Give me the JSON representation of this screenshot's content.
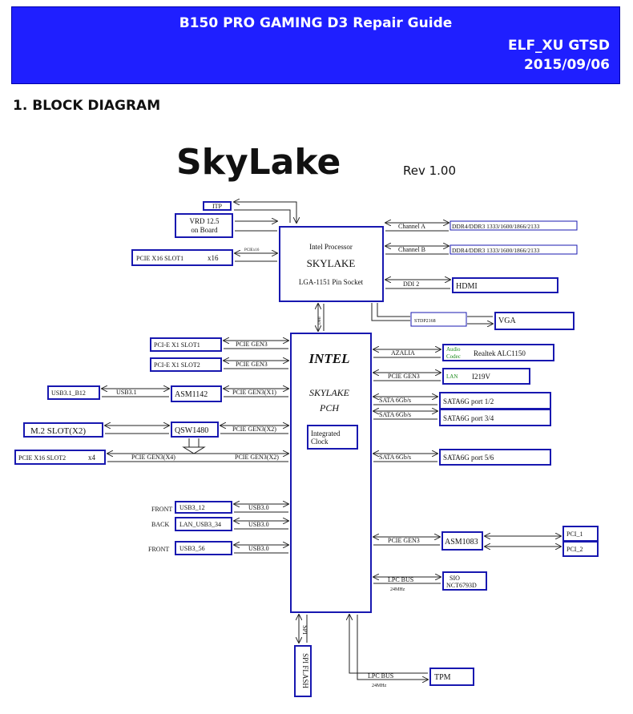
{
  "header": {
    "title": "B150 PRO GAMING D3 Repair Guide",
    "author": "ELF_XU GTSD",
    "date": "2015/09/06"
  },
  "section_title": "1.  BLOCK DIAGRAM",
  "diagram": {
    "platform": "SkyLake",
    "revision": "Rev 1.00",
    "cpu": {
      "line1": "Intel Processor",
      "line2": "SKYLAKE",
      "line3": "LGA-1151 Pin Socket"
    },
    "pch": {
      "line1": "INTEL",
      "line2": "SKYLAKE",
      "line3": "PCH",
      "clock1": "Integrated",
      "clock2": "Clock"
    },
    "itp": "ITP",
    "vrd1": "VRD 12.5",
    "vrd2": "on Board",
    "pcie_x16_slot1": "PCIE X16 SLOT1",
    "x16": "x16",
    "pciex16_label": "PCIEx16",
    "dmi_label": "DMI",
    "channel_a": "Channel A",
    "channel_b": "Channel B",
    "ddr_a": "DDR4/DDR3 1333/1600/1866/2133",
    "ddr_b": "DDR4/DDR3 1333/1600/1866/2133",
    "ddi2": "DDI 2",
    "hdmi": "HDMI",
    "stdp": "STDP2168",
    "vga": "VGA",
    "pcie_x1_slot1": "PCI-E X1 SLOT1",
    "pcie_x1_slot2": "PCI-E X1 SLOT2",
    "pcie_gen3": "PCIE GEN3",
    "pcie_gen3_x1": "PCIE GEN3(X1)",
    "pcie_gen3_x2": "PCIE GEN3(X2)",
    "pcie_gen3_x4": "PCIE GEN3(X4)",
    "usb31_b12": "USB3.1_B12",
    "usb31": "USB3.1",
    "asm1142": "ASM1142",
    "m2_slot": "M.2 SLOT(X2)",
    "qsw1480": "QSW1480",
    "pcie_x16_slot2": "PCIE X16 SLOT2",
    "x4": "x4",
    "front1": "FRONT",
    "back": "BACK",
    "front2": "FRONT",
    "usb3_12": "USB3_12",
    "lan_usb3_34": "LAN_USB3_34",
    "usb3_56": "USB3_56",
    "usb30": "USB3.0",
    "azalia": "AZALIA",
    "audio1": "Audio",
    "audio2": "Codec",
    "realtek": "Realtek ALC1150",
    "lan": "LAN",
    "i219v": "I219V",
    "sata6g": "SATA 6Gb/s",
    "sata_port12": "SATA6G port 1/2",
    "sata_port34": "SATA6G port 3/4",
    "sata_port56": "SATA6G port 5/6",
    "asm1083": "ASM1083",
    "pci1": "PCI_1",
    "pci2": "PCI_2",
    "lpc_bus": "LPC BUS",
    "mhz24": "24MHz",
    "sio1": "SIO",
    "sio2": "NCT6793D",
    "spi": "SPI",
    "spi_flash": "SPI FLASH",
    "tpm": "TPM"
  },
  "colors": {
    "banner": "#1f1fff",
    "box_border": "#1818b0",
    "audio_text": "#1a8a1a"
  }
}
